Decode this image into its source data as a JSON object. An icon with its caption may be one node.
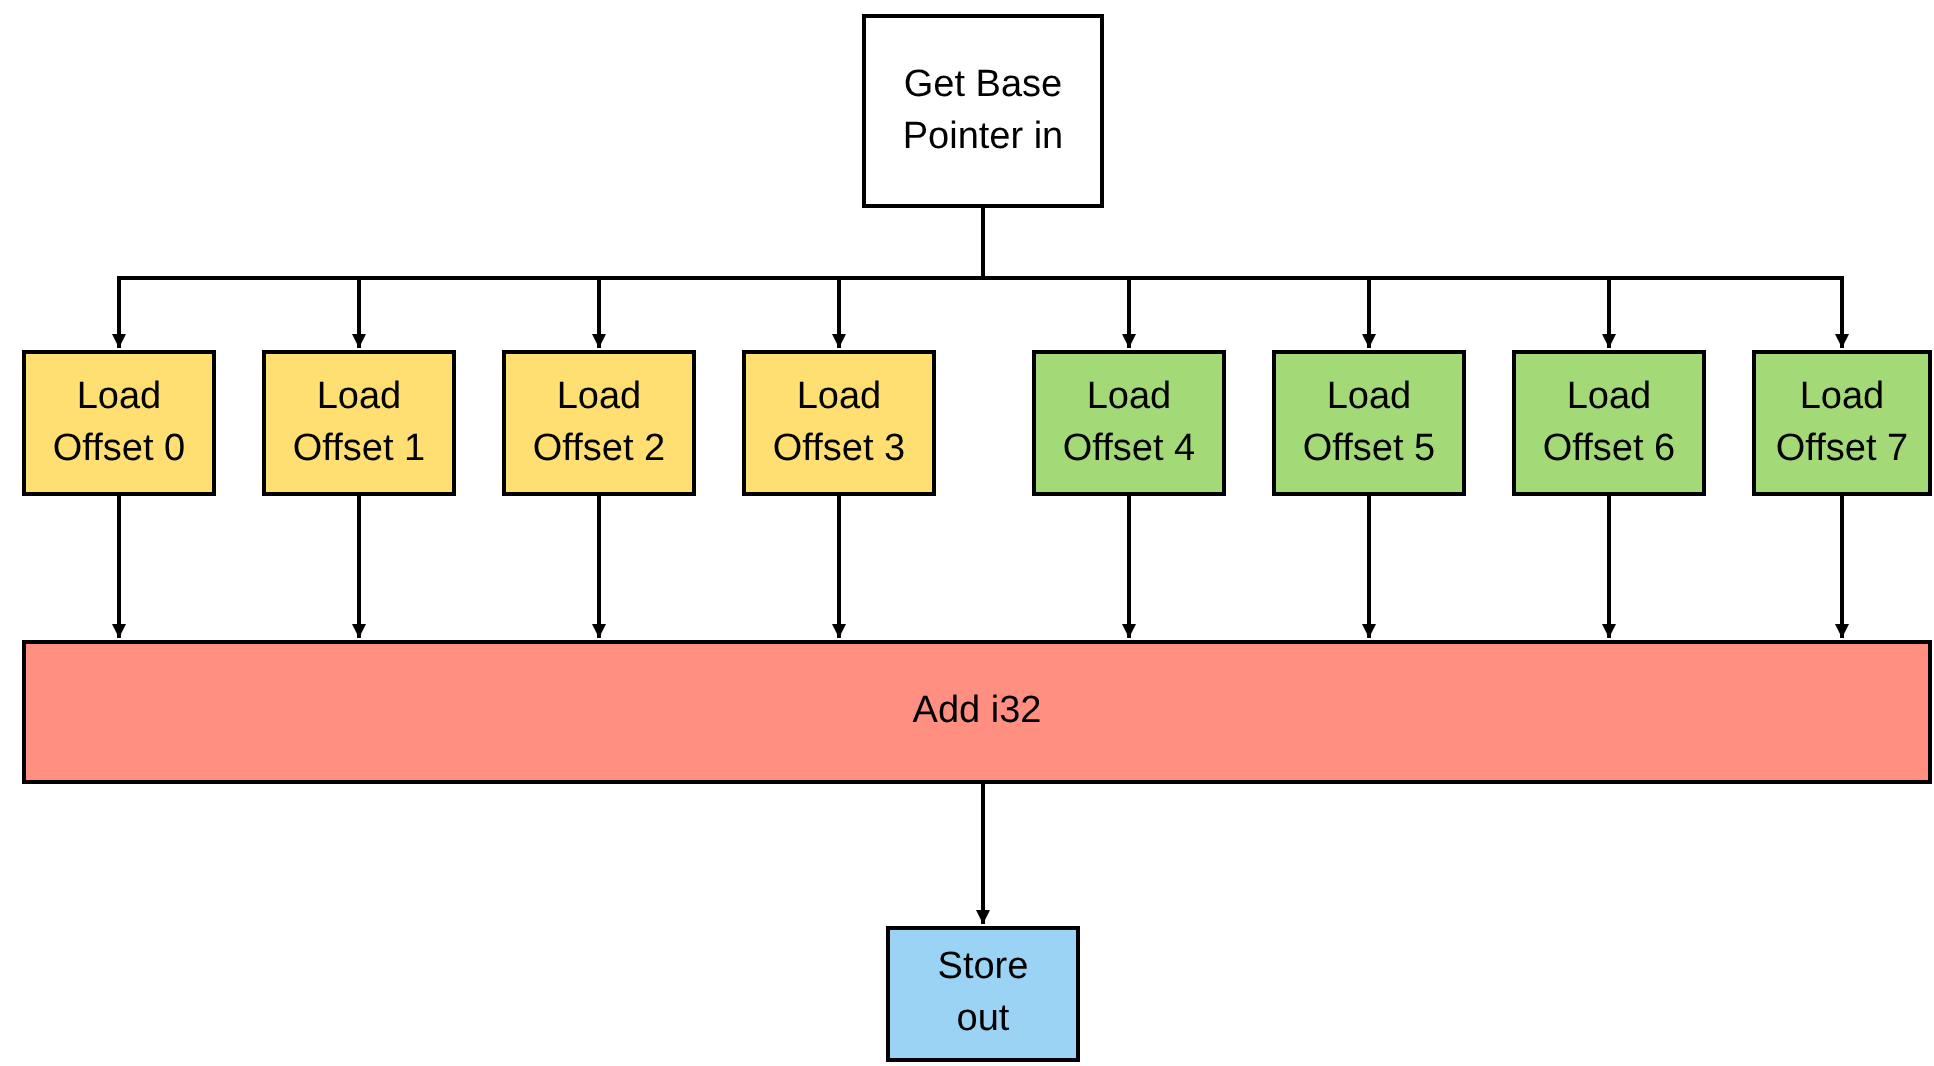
{
  "diagram": {
    "nodes": [
      {
        "text": [
          "Get Base Pointer in"
        ]
      },
      {
        "text": [
          "Load Offset 0"
        ]
      },
      {
        "text": [
          "Load Offset 1"
        ]
      },
      {
        "text": [
          "Load Offset 2"
        ]
      },
      {
        "text": [
          "Load Offset 3"
        ]
      },
      {
        "text": [
          "Load Offset 4"
        ]
      },
      {
        "text": [
          "Load Offset 5"
        ]
      },
      {
        "text": [
          "Load Offset 6"
        ]
      },
      {
        "text": [
          "Load Offset 7"
        ]
      },
      {
        "text": [
          "Add i32"
        ]
      },
      {
        "text": [
          "Store out"
        ]
      }
    ],
    "edges": [
      {
        "from": 0,
        "to": 1,
        "arrow": "to"
      },
      {
        "from": 0,
        "to": 2,
        "arrow": "to"
      },
      {
        "from": 0,
        "to": 3,
        "arrow": "to"
      },
      {
        "from": 0,
        "to": 4,
        "arrow": "to"
      },
      {
        "from": 0,
        "to": 5,
        "arrow": "to"
      },
      {
        "from": 0,
        "to": 6,
        "arrow": "to"
      },
      {
        "from": 0,
        "to": 7,
        "arrow": "to"
      },
      {
        "from": 0,
        "to": 8,
        "arrow": "to"
      },
      {
        "from": 1,
        "to": 9,
        "arrow": "to"
      },
      {
        "from": 2,
        "to": 9,
        "arrow": "to"
      },
      {
        "from": 3,
        "to": 9,
        "arrow": "to"
      },
      {
        "from": 4,
        "to": 9,
        "arrow": "to"
      },
      {
        "from": 5,
        "to": 9,
        "arrow": "to"
      },
      {
        "from": 6,
        "to": 9,
        "arrow": "to"
      },
      {
        "from": 7,
        "to": 9,
        "arrow": "to"
      },
      {
        "from": 8,
        "to": 9,
        "arrow": "to"
      },
      {
        "from": 9,
        "to": 10,
        "arrow": "to"
      }
    ]
  }
}
